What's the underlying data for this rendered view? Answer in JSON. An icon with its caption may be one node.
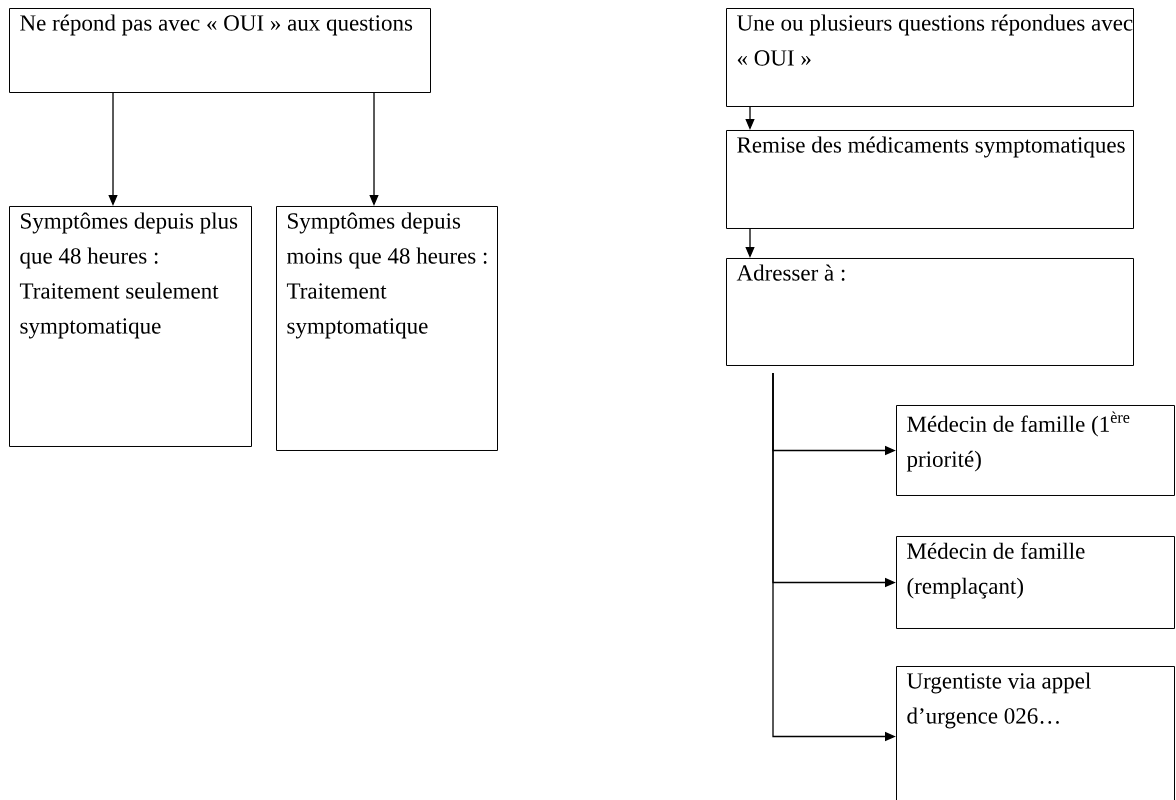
{
  "diagram": {
    "nodes": [
      {
        "text": [
          "Ne répond pas avec « OUI » aux questions"
        ]
      },
      {
        "text": [
          "Symptômes depuis plus que 48 heures : Traitement seulement symptomatique"
        ]
      },
      {
        "text": [
          "Symptômes depuis moins que 48 heures : Traitement symptomatique"
        ]
      },
      {
        "text": [
          "Une ou plusieurs questions répondues avec « OUI »"
        ]
      },
      {
        "text": [
          "Remise des médicaments symptomatiques"
        ]
      },
      {
        "text": [
          "Adresser à :"
        ]
      },
      {
        "text": [
          "Médecin de famille (1$^{ère}$ priorité)"
        ]
      },
      {
        "text": [
          "Médecin de famille (remplaçant)"
        ]
      },
      {
        "text": [
          "Urgentiste via appel d’urgence 026…"
        ]
      }
    ],
    "edges": [
      {
        "from": 0,
        "to": 1,
        "arrow": "to"
      },
      {
        "from": 0,
        "to": 2,
        "arrow": "to"
      },
      {
        "from": 3,
        "to": 4,
        "arrow": "to"
      },
      {
        "from": 4,
        "to": 5,
        "arrow": "to"
      },
      {
        "from": 5,
        "to": 6,
        "arrow": "to"
      },
      {
        "from": 5,
        "to": 7,
        "arrow": "to"
      },
      {
        "from": 5,
        "to": 8,
        "arrow": "to"
      }
    ]
  }
}
